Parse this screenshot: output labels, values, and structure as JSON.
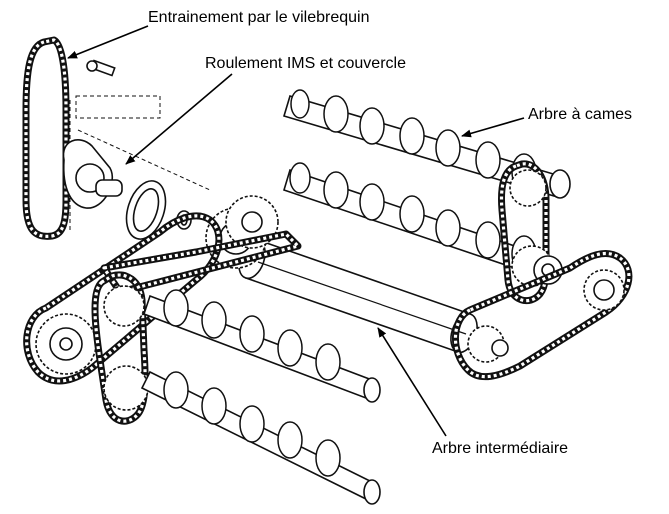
{
  "labels": {
    "crankshaft_drive": "Entrainement par le vilebrequin",
    "ims_bearing": "Roulement IMS et couvercle",
    "camshaft": "Arbre à cames",
    "intermediate_shaft": "Arbre intermédiaire"
  }
}
